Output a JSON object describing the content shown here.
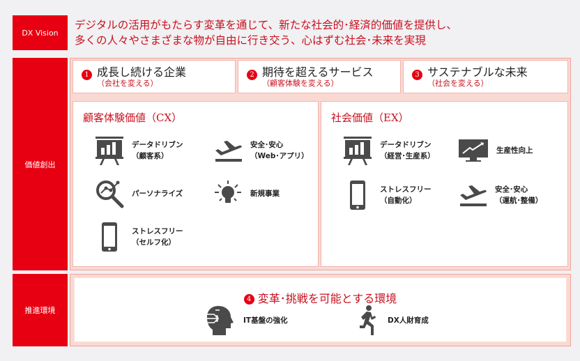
{
  "labels": {
    "vision": "DX Vision",
    "value_creation": "価値創出",
    "enablers": "推進環境"
  },
  "vision": {
    "line1": "デジタルの活用がもたらす変革を通じて、新たな社会的･経済的価値を提供し、",
    "line2": "多くの人々やさまざまな物が自由に行き交う、心はずむ社会･未来を実現"
  },
  "goals": [
    {
      "number": "1",
      "title": "成長し続ける企業",
      "subtitle": "（会社を変える）"
    },
    {
      "number": "2",
      "title": "期待を超えるサービス",
      "subtitle": "（顧客体験を変える）"
    },
    {
      "number": "3",
      "title": "サステナブルな未来",
      "subtitle": "（社会を変える）"
    }
  ],
  "cx": {
    "title": "顧客体験価値（CX）",
    "items": [
      {
        "icon": "presentation-chart-icon",
        "line1": "データドリブン",
        "line2": "（顧客系）"
      },
      {
        "icon": "airplane-takeoff-icon",
        "line1": "安全･安心",
        "line2": "（Web･アプリ）"
      },
      {
        "icon": "analytics-magnifier-icon",
        "line1": "パーソナライズ",
        "line2": ""
      },
      {
        "icon": "lightbulb-icon",
        "line1": "新規事業",
        "line2": ""
      },
      {
        "icon": "smartphone-icon",
        "line1": "ストレスフリー",
        "line2": "（セルフ化）"
      }
    ]
  },
  "ex": {
    "title": "社会価値（EX）",
    "items": [
      {
        "icon": "presentation-chart-icon",
        "line1": "データドリブン",
        "line2": "（経営･生産系）"
      },
      {
        "icon": "monitor-trend-icon",
        "line1": "生産性向上",
        "line2": ""
      },
      {
        "icon": "smartphone-icon",
        "line1": "ストレスフリー",
        "line2": "（自動化）"
      },
      {
        "icon": "airplane-takeoff-icon",
        "line1": "安全･安心",
        "line2": "（運航･整備）"
      }
    ]
  },
  "environment": {
    "number": "4",
    "title": "変革･挑戦を可能とする環境",
    "items": [
      {
        "icon": "ai-head-icon",
        "label": "IT基盤の強化"
      },
      {
        "icon": "running-person-icon",
        "label": "DX人財育成"
      }
    ]
  },
  "colors": {
    "brand_red": "#e60012",
    "text_red": "#c8101e",
    "icon_gray": "#4a4a4a",
    "frame_pink": "#fbd9d3"
  }
}
